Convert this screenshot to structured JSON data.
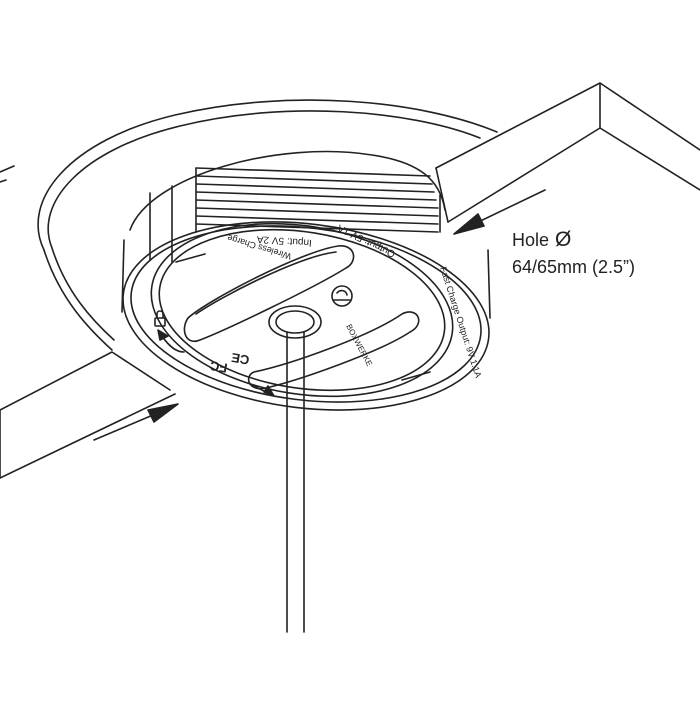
{
  "callout": {
    "hole_label": "Hole",
    "diameter_symbol": "Ø",
    "size": "64/65mm (2.5”)"
  },
  "device_markings": {
    "input": "Input: 5V 2A",
    "output": "Output: 5V 1A",
    "fast_charge": "Fast Charge Output: 9V 1.1A",
    "wireless_charge": "Wireless Charge",
    "brand": "BOXWERKE",
    "ce_mark": "CE",
    "fc_mark": "FC"
  },
  "colors": {
    "line": "#222222",
    "background": "#ffffff"
  },
  "icons": [
    "lock-icon",
    "wireless-charge-icon",
    "arrow-icon"
  ]
}
